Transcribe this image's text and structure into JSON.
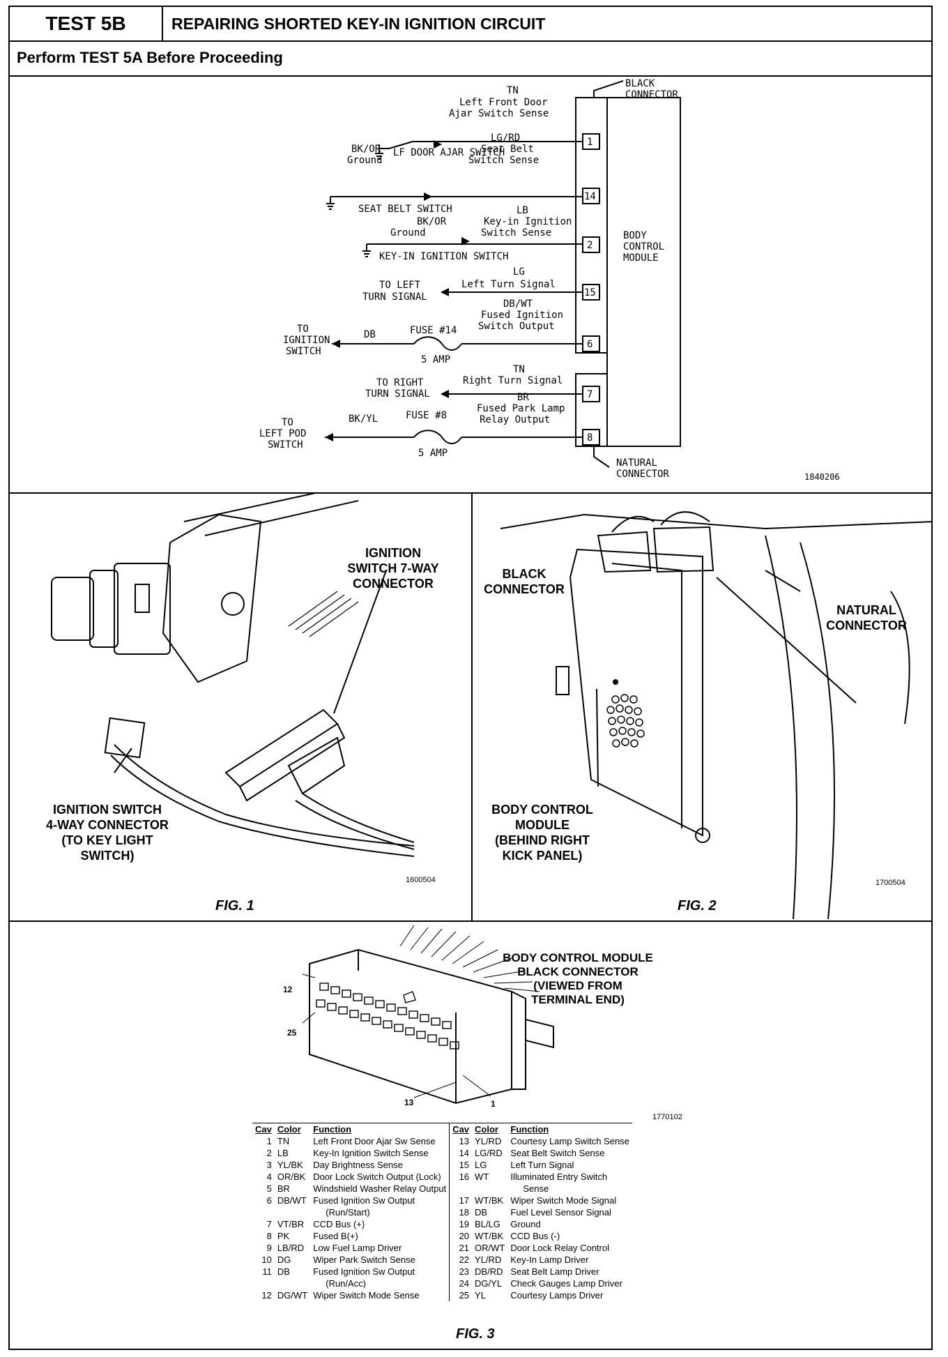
{
  "header": {
    "test_id": "TEST 5B",
    "title": "REPAIRING SHORTED KEY-IN IGNITION CIRCUIT",
    "subtitle": "Perform TEST 5A Before Proceeding"
  },
  "schematic": {
    "id": "1840206",
    "black_connector": "BLACK\nCONNECTOR",
    "natural_connector": "NATURAL\nCONNECTOR",
    "module": "BODY\nCONTROL\nMODULE",
    "pins": {
      "p1": "1",
      "p14": "14",
      "p2": "2",
      "p15": "15",
      "p6": "6",
      "p7": "7",
      "p8": "8"
    },
    "circuits": {
      "c1_color": "TN",
      "c1_func1": "Left Front Door",
      "c1_func2": "Ajar Switch Sense",
      "c1_sw": "LF DOOR AJAR SWITCH",
      "c14_color": "LG/RD",
      "c14_func1": "Seat Belt",
      "c14_func2": "Switch Sense",
      "c14_gnd_color": "BK/OR",
      "c14_gnd": "Ground",
      "c14_sw": "SEAT BELT SWITCH",
      "c2_color": "LB",
      "c2_func1": "Key-in Ignition",
      "c2_func2": "Switch Sense",
      "c2_gnd_color": "BK/OR",
      "c2_gnd": "Ground",
      "c2_sw": "KEY-IN IGNITION SWITCH",
      "c15_color": "LG",
      "c15_func": "Left Turn Signal",
      "c15_to1": "TO LEFT",
      "c15_to2": "TURN SIGNAL",
      "c6_color": "DB/WT",
      "c6_func1": "Fused Ignition",
      "c6_func2": "Switch Output",
      "c6_wire": "DB",
      "c6_fuse": "FUSE #14",
      "c6_amp": "5 AMP",
      "c6_to1": "TO",
      "c6_to2": "IGNITION",
      "c6_to3": "SWITCH",
      "c7_color": "TN",
      "c7_func": "Right Turn Signal",
      "c7_to1": "TO RIGHT",
      "c7_to2": "TURN SIGNAL",
      "c8_color": "BR",
      "c8_func1": "Fused Park Lamp",
      "c8_func2": "Relay Output",
      "c8_wire": "BK/YL",
      "c8_fuse": "FUSE #8",
      "c8_amp": "5 AMP",
      "c8_to1": "TO",
      "c8_to2": "LEFT POD",
      "c8_to3": "SWITCH"
    }
  },
  "fig1": {
    "caption": "FIG. 1",
    "id": "1600504",
    "label_7way": "IGNITION\nSWITCH 7-WAY\nCONNECTOR",
    "label_4way": "IGNITION SWITCH\n4-WAY CONNECTOR\n(TO KEY LIGHT\nSWITCH)"
  },
  "fig2": {
    "caption": "FIG. 2",
    "id": "1700504",
    "black": "BLACK\nCONNECTOR",
    "natural": "NATURAL\nCONNECTOR",
    "bcm": "BODY CONTROL\nMODULE\n(BEHIND RIGHT\nKICK PANEL)"
  },
  "fig3": {
    "caption": "FIG. 3",
    "id": "1770102",
    "title": "BODY CONTROL MODULE\nBLACK CONNECTOR\n(VIEWED FROM\nTERMINAL END)",
    "pin12": "12",
    "pin25": "25",
    "pin13": "13",
    "pin1": "1",
    "headers": {
      "cav": "Cav",
      "color": "Color",
      "function": "Function"
    },
    "left": [
      {
        "cav": "1",
        "color": "TN",
        "func": "Left Front Door Ajar Sw Sense"
      },
      {
        "cav": "2",
        "color": "LB",
        "func": "Key-In Ignition Switch Sense"
      },
      {
        "cav": "3",
        "color": "YL/BK",
        "func": "Day Brightness Sense"
      },
      {
        "cav": "4",
        "color": "OR/BK",
        "func": "Door Lock Switch Output (Lock)"
      },
      {
        "cav": "5",
        "color": "BR",
        "func": "Windshield Washer Relay Output"
      },
      {
        "cav": "6",
        "color": "DB/WT",
        "func": "Fused Ignition Sw Output",
        "func2": "(Run/Start)"
      },
      {
        "cav": "7",
        "color": "VT/BR",
        "func": "CCD Bus (+)"
      },
      {
        "cav": "8",
        "color": "PK",
        "func": "Fused B(+)"
      },
      {
        "cav": "9",
        "color": "LB/RD",
        "func": "Low Fuel Lamp Driver"
      },
      {
        "cav": "10",
        "color": "DG",
        "func": "Wiper Park Switch Sense"
      },
      {
        "cav": "11",
        "color": "DB",
        "func": "Fused Ignition Sw Output",
        "func2": "(Run/Acc)"
      },
      {
        "cav": "12",
        "color": "DG/WT",
        "func": "Wiper Switch Mode Sense"
      }
    ],
    "right": [
      {
        "cav": "13",
        "color": "YL/RD",
        "func": "Courtesy Lamp Switch Sense"
      },
      {
        "cav": "14",
        "color": "LG/RD",
        "func": "Seat Belt Switch Sense"
      },
      {
        "cav": "15",
        "color": "LG",
        "func": "Left Turn Signal"
      },
      {
        "cav": "16",
        "color": "WT",
        "func": "Illuminated Entry Switch",
        "func2": "Sense"
      },
      {
        "cav": "17",
        "color": "WT/BK",
        "func": "Wiper Switch Mode Signal"
      },
      {
        "cav": "18",
        "color": "DB",
        "func": "Fuel Level Sensor Signal"
      },
      {
        "cav": "19",
        "color": "BL/LG",
        "func": "Ground"
      },
      {
        "cav": "20",
        "color": "WT/BK",
        "func": "CCD Bus (-)"
      },
      {
        "cav": "21",
        "color": "OR/WT",
        "func": "Door Lock Relay Control"
      },
      {
        "cav": "22",
        "color": "YL/RD",
        "func": "Key-In Lamp Driver"
      },
      {
        "cav": "23",
        "color": "DB/RD",
        "func": "Seat Belt Lamp Driver"
      },
      {
        "cav": "24",
        "color": "DG/YL",
        "func": "Check Gauges Lamp Driver"
      },
      {
        "cav": "25",
        "color": "YL",
        "func": "Courtesy Lamps Driver"
      }
    ]
  }
}
